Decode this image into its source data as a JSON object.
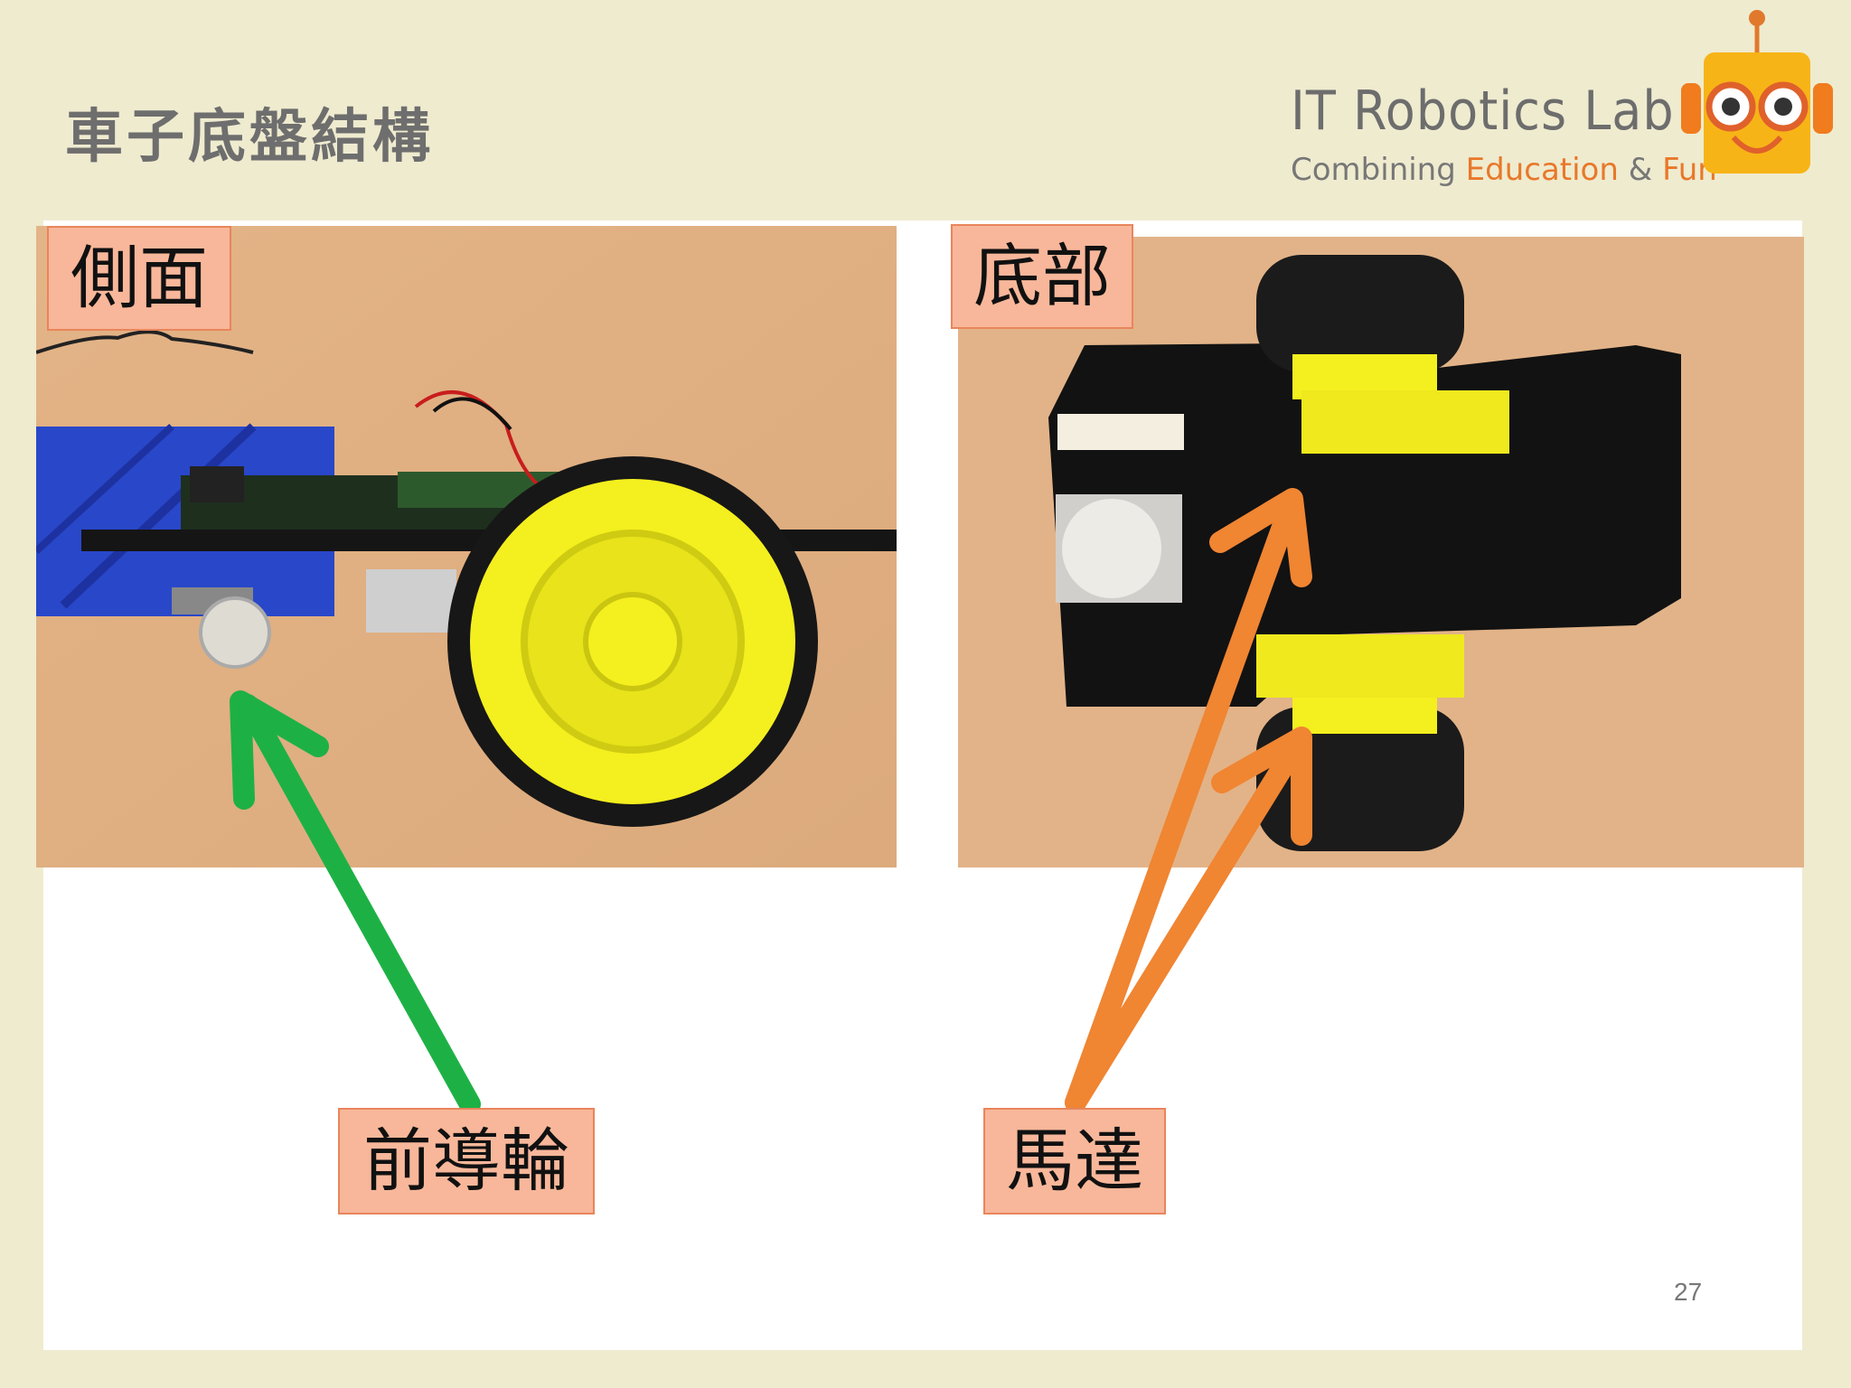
{
  "slide": {
    "title": "車子底盤結構",
    "page_number": "27"
  },
  "logo": {
    "name": "IT Robotics Lab",
    "tagline_1": "Combining",
    "tagline_2": "Education",
    "tagline_3": "&",
    "tagline_4": "Fun"
  },
  "labels": {
    "side_view": "側面",
    "bottom_view": "底部",
    "front_wheel": "前導輪",
    "motor": "馬達"
  },
  "colors": {
    "background": "#efebcf",
    "label_fill": "#f8b79a",
    "arrow_green": "#1db145",
    "arrow_orange": "#f08532"
  }
}
